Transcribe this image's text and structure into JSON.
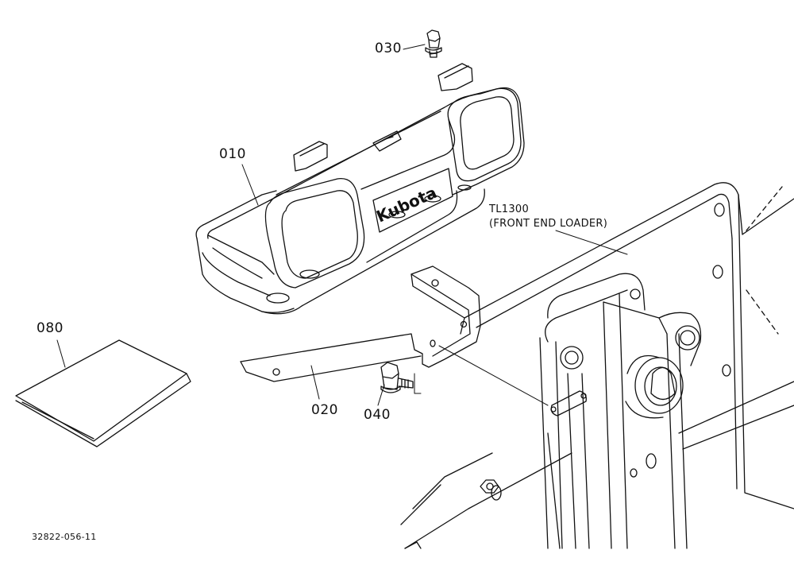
{
  "diagram": {
    "callouts": {
      "part_030": "030",
      "part_010": "010",
      "part_080": "080",
      "part_020": "020",
      "part_040": "040"
    },
    "reference": {
      "model": "TL1300",
      "description": "(FRONT END LOADER)"
    },
    "brand_mark": "Kubota",
    "drawing_number": "32822-056-11"
  }
}
